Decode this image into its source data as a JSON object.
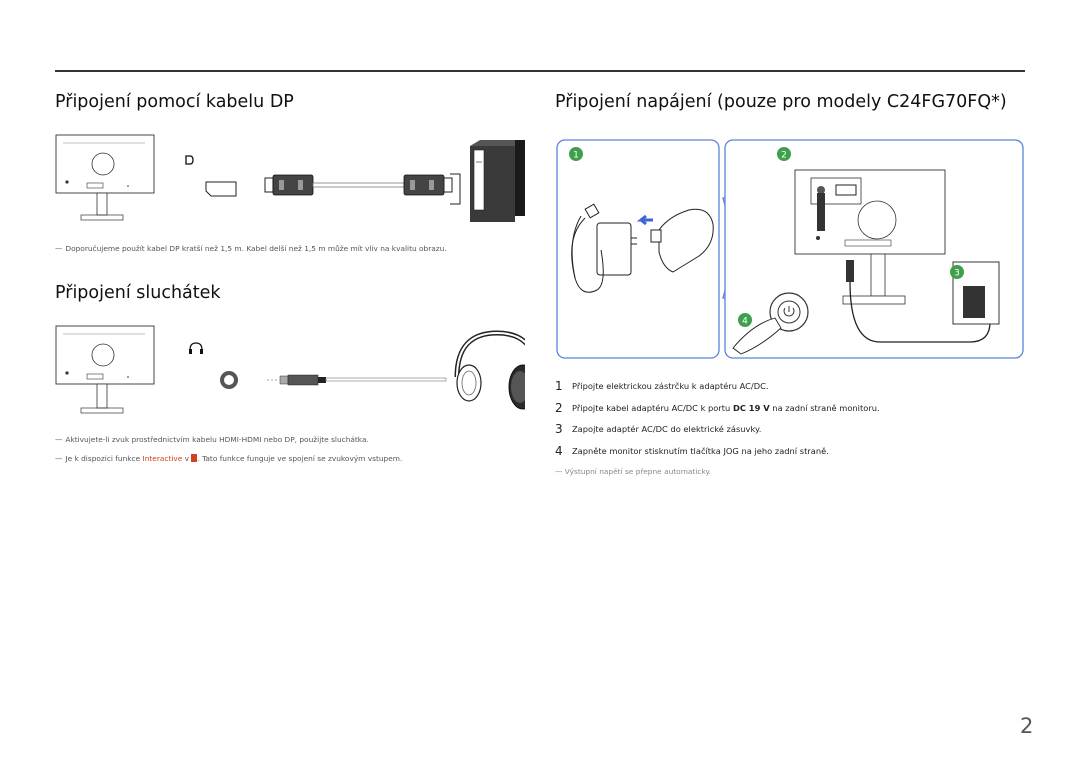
{
  "headings": {
    "dp": "Připojení pomocí kabelu DP",
    "power": "Připojení napájení (pouze pro modely C24FG70FQ*)",
    "headphones": "Připojení sluchátek"
  },
  "notes": {
    "dp_note": "Doporučujeme použít kabel DP kratší než 1,5 m. Kabel delší než 1,5 m může mít vliv na kvalitu obrazu.",
    "hp_note1": "Aktivujete-li zvuk prostřednictvím kabelu HDMI-HDMI nebo DP, použijte sluchátka.",
    "hp_note2_pre": "Je k dispozici funkce ",
    "hp_note2_accent": "Interactive",
    "hp_note2_mid": " v ",
    "hp_note2_post": ". Tato funkce funguje ve spojení se zvukovým vstupem.",
    "power_note": "Výstupní napětí se přepne automaticky."
  },
  "steps": [
    {
      "num": "1",
      "text": "Připojte elektrickou zástrčku k adaptéru AC/DC."
    },
    {
      "num": "2",
      "text_pre": "Připojte kabel adaptéru AC/DC k portu ",
      "text_bold": "DC 19 V",
      "text_post": " na zadní straně monitoru."
    },
    {
      "num": "3",
      "text": "Zapojte adaptér AC/DC do elektrické zásuvky."
    },
    {
      "num": "4",
      "text": "Zapněte monitor stisknutím tlačítka JOG na jeho zadní straně."
    }
  ],
  "diagram": {
    "callouts": [
      "1",
      "2",
      "3",
      "4"
    ],
    "dp_port_icon": "displayport-icon",
    "headphone_port_icon": "headphone-icon",
    "accent_color": "#3b66d4",
    "callout_color": "#2a8a3a"
  },
  "page_number": "2"
}
